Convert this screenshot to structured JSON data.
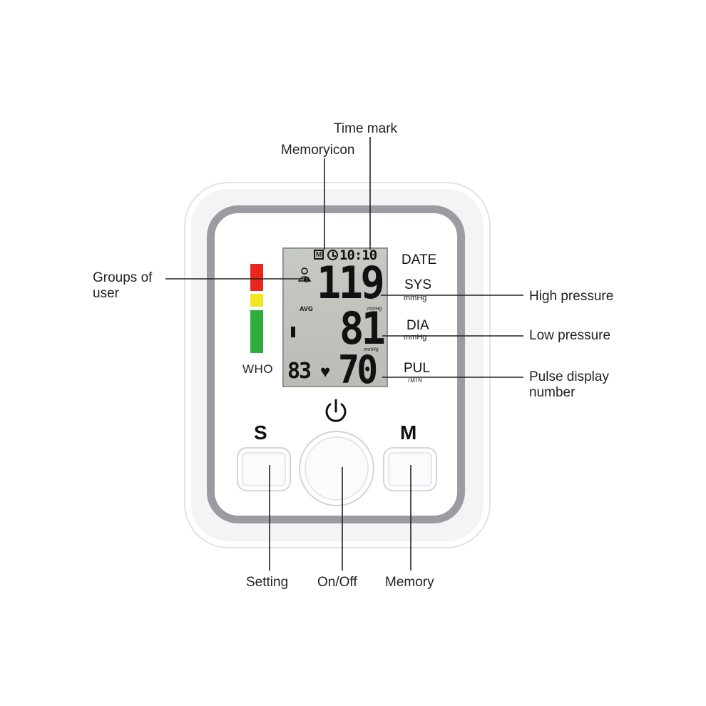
{
  "lcd": {
    "memory_icon_letter": "M",
    "time": "10:10",
    "systolic": "119",
    "diastolic": "81",
    "pulse": "70",
    "avg_label": "AVG",
    "heart_rate_small": "83",
    "sys_unit_small": "mmHg",
    "dia_unit_small": "mmHg"
  },
  "device": {
    "who_label": "WHO",
    "date_label": "DATE",
    "sys_label": "SYS",
    "sys_unit": "mmHg",
    "dia_label": "DIA",
    "dia_unit": "mmHg",
    "pul_label": "PUL",
    "pul_unit": "/MIN",
    "setting_button_letter": "S",
    "memory_button_letter": "M"
  },
  "annotations": {
    "time_mark": "Time mark",
    "memory_icon": "Memoryicon",
    "groups_of_user_line1": "Groups of",
    "groups_of_user_line2": "user",
    "high_pressure": "High pressure",
    "low_pressure": "Low pressure",
    "pulse_display_line1": "Pulse display",
    "pulse_display_line2": "number",
    "setting": "Setting",
    "on_off": "On/Off",
    "memory": "Memory"
  },
  "colors": {
    "who_red": "#e8261c",
    "who_yellow": "#f2e521",
    "who_green": "#2fae3f",
    "lcd_background": "#c2c4bf",
    "bezel_gray": "#9b9ba2"
  },
  "icons": [
    "memory-icon",
    "clock-icon",
    "user-group-icon",
    "heart-icon",
    "power-icon"
  ]
}
